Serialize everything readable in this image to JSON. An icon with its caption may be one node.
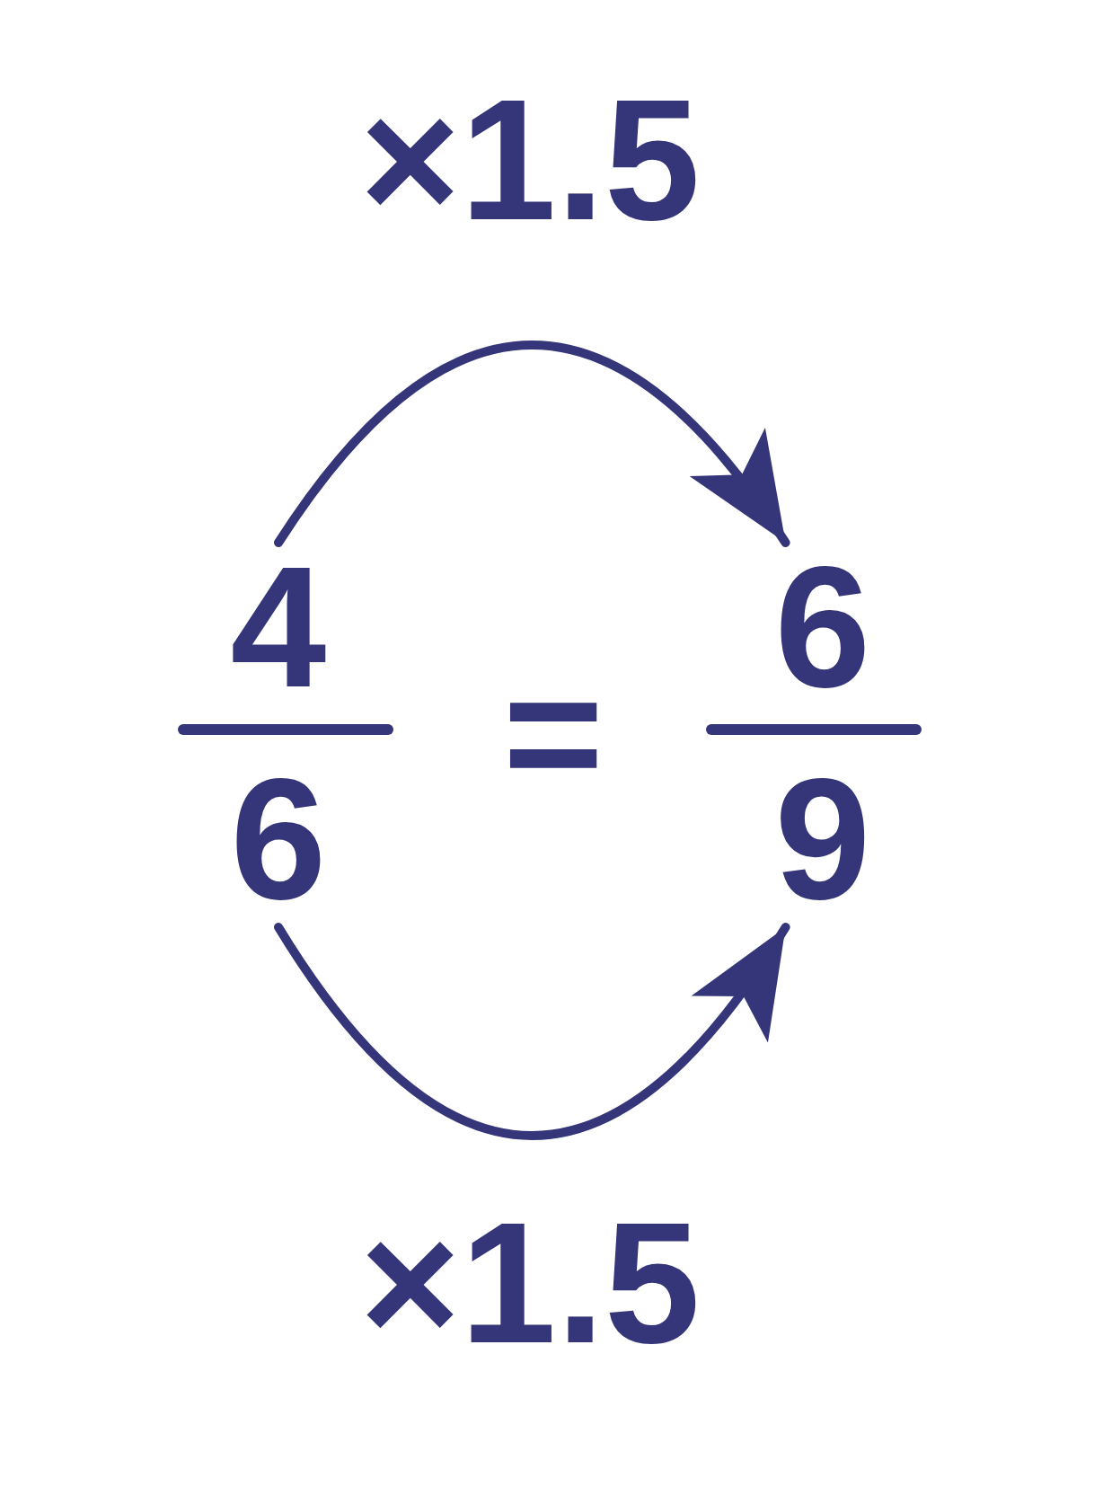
{
  "diagram": {
    "nodes": [
      {
        "text": [
          "4"
        ]
      },
      {
        "text": [
          "6"
        ]
      },
      {
        "text": [
          "6"
        ]
      },
      {
        "text": [
          "9"
        ]
      }
    ],
    "edges": [
      {
        "from": 0,
        "to": 2,
        "arrow": "to",
        "label": "×1.5"
      },
      {
        "from": 1,
        "to": 3,
        "arrow": "to",
        "label": "×1.5"
      }
    ],
    "labels": [
      "="
    ]
  }
}
